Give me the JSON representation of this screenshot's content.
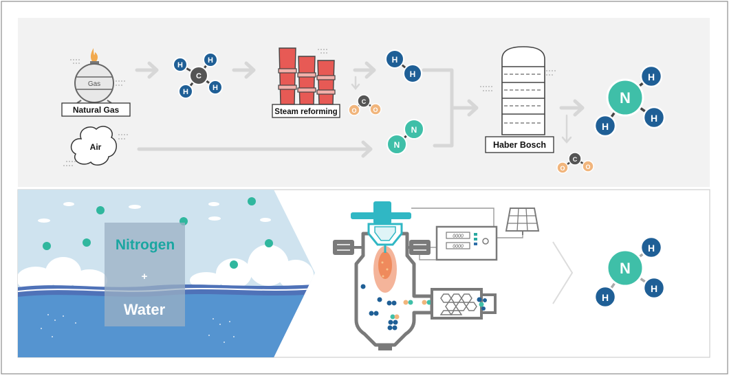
{
  "top_panel": {
    "natural_gas_label": "Natural Gas",
    "gas_tank_text": "Gas",
    "air_label": "Air",
    "steam_reforming_label": "Steam reforming",
    "haber_bosch_label": "Haber Bosch"
  },
  "bottom_panel": {
    "nitrogen_label": "Nitrogen",
    "plus_sign": "+",
    "water_label": "Water",
    "display_top": "0000",
    "display_bottom": "0000"
  },
  "atoms": {
    "hydrogen": "H",
    "carbon": "C",
    "nitrogen": "N",
    "oxygen": "O"
  },
  "colors": {
    "hydrogen": "#1f5f96",
    "nitrogen": "#3fbfa8",
    "carbon": "#555555",
    "oxygen": "#f1b57c",
    "arrow": "#d7d7d7",
    "top_bg": "#f2f2f2",
    "sky": "#cfe3ef",
    "sea": "#5594d0",
    "factory_red": "#e75a55",
    "reactor_gray": "#7a7a7a",
    "teal": "#30b7c4"
  },
  "icons": [
    "flame-icon",
    "gas-tank-icon",
    "cloud-icon",
    "factory-icon",
    "reactor-tank-icon",
    "solar-panel-icon",
    "power-supply-icon",
    "plasma-reactor-icon"
  ]
}
